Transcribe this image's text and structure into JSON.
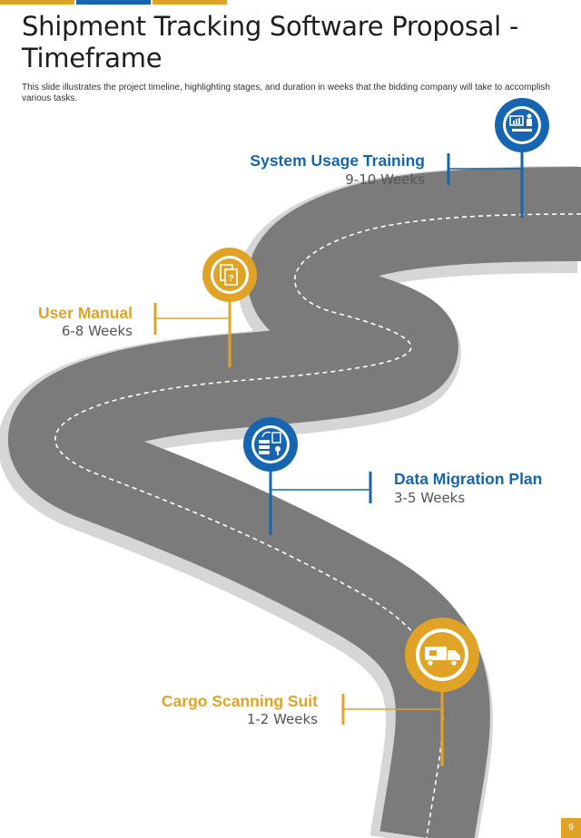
{
  "header": {
    "title": "Shipment Tracking Software Proposal - Timeframe",
    "subtitle": "This slide illustrates the project timeline, highlighting stages, and duration in weeks that the bidding company will take to accomplish various tasks."
  },
  "colors": {
    "blue": "#1565b0",
    "gold": "#e0a326",
    "road": "#7b7b7b",
    "road_shadow": "#d6d6d6"
  },
  "stages": [
    {
      "name": "System Usage Training",
      "duration": "9-10 Weeks",
      "color": "blue",
      "icon": "presentation-training-icon"
    },
    {
      "name": "User Manual",
      "duration": "6-8 Weeks",
      "color": "gold",
      "icon": "manual-document-icon"
    },
    {
      "name": "Data Migration Plan",
      "duration": "3-5 Weeks",
      "color": "blue",
      "icon": "data-migration-icon"
    },
    {
      "name": "Cargo Scanning Suit",
      "duration": "1-2 Weeks",
      "color": "gold",
      "icon": "delivery-truck-icon"
    }
  ],
  "footer": {
    "page_number": "9"
  }
}
